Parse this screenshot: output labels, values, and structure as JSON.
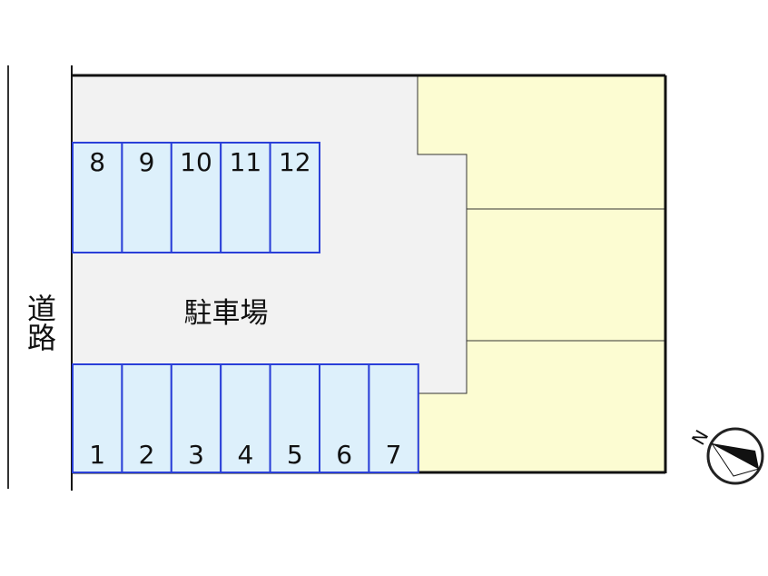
{
  "road": {
    "label": "道路"
  },
  "parking_area": {
    "label": "駐車場"
  },
  "parking_spaces": {
    "top_row": [
      "8",
      "9",
      "10",
      "11",
      "12"
    ],
    "bottom_row": [
      "1",
      "2",
      "3",
      "4",
      "5",
      "6",
      "7"
    ]
  },
  "compass": {
    "north_label": "N",
    "icon": "compass-icon"
  },
  "colors": {
    "lot_fill": "#f2f2f2",
    "space_fill": "#ddf0fb",
    "space_stroke": "#2a3fd8",
    "building_fill": "#fcfcd2",
    "outline": "#111111"
  }
}
